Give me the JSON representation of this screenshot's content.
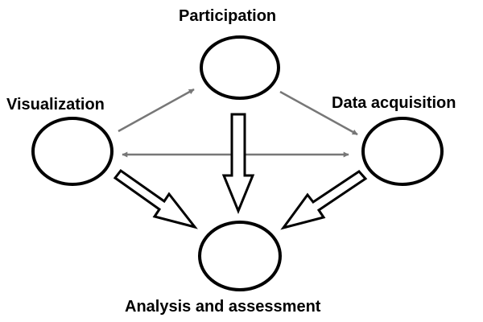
{
  "nodes": {
    "participation": {
      "label": "Participation"
    },
    "visualization": {
      "label": "Visualization"
    },
    "data_acquisition": {
      "label": "Data acquisition"
    },
    "analysis": {
      "label": "Analysis and assessment"
    }
  },
  "colors": {
    "node_stroke": "#000000",
    "thin_arrow": "#777777",
    "block_arrow_stroke": "#000000",
    "block_arrow_fill": "#ffffff",
    "background": "#ffffff"
  },
  "edges": [
    {
      "from": "visualization",
      "to": "participation",
      "style": "thin"
    },
    {
      "from": "participation",
      "to": "data_acquisition",
      "style": "thin"
    },
    {
      "from": "visualization",
      "to": "data_acquisition",
      "style": "thin-bidirectional"
    },
    {
      "from": "visualization",
      "to": "analysis",
      "style": "block"
    },
    {
      "from": "participation",
      "to": "analysis",
      "style": "block"
    },
    {
      "from": "data_acquisition",
      "to": "analysis",
      "style": "block"
    }
  ]
}
